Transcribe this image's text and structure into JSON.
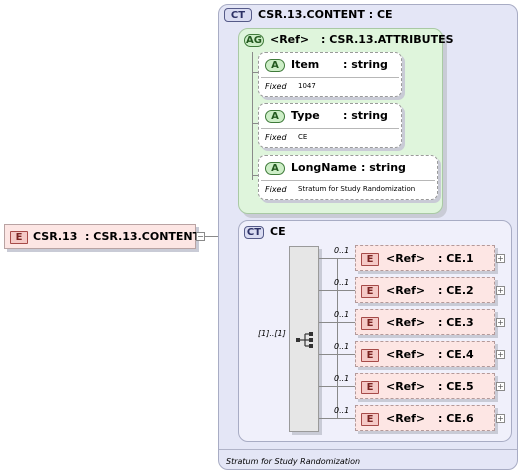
{
  "root": {
    "badge": "E",
    "name": "CSR.13",
    "type": ": CSR.13.CONTENT",
    "collapse": "−"
  },
  "complex_type": {
    "badge": "CT",
    "title": "CSR.13.CONTENT : CE",
    "documentation": "Stratum for Study Randomization"
  },
  "attribute_group": {
    "badge": "AG",
    "ref": "<Ref>",
    "type": ": CSR.13.ATTRIBUTES",
    "attributes": [
      {
        "badge": "A",
        "name": "Item",
        "type": ": string",
        "fixed_label": "Fixed",
        "fixed_value": "1047"
      },
      {
        "badge": "A",
        "name": "Type",
        "type": ": string",
        "fixed_label": "Fixed",
        "fixed_value": "CE"
      },
      {
        "badge": "A",
        "name": "LongName",
        "type": ": string",
        "fixed_label": "Fixed",
        "fixed_value": "Stratum for Study Randomization"
      }
    ]
  },
  "ce_type": {
    "badge": "CT",
    "title": "CE",
    "multiplicity": "[1]..[1]",
    "elements": [
      {
        "occurs": "0..1",
        "badge": "E",
        "ref": "<Ref>",
        "type": ": CE.1",
        "expand": "+"
      },
      {
        "occurs": "0..1",
        "badge": "E",
        "ref": "<Ref>",
        "type": ": CE.2",
        "expand": "+"
      },
      {
        "occurs": "0..1",
        "badge": "E",
        "ref": "<Ref>",
        "type": ": CE.3",
        "expand": "+"
      },
      {
        "occurs": "0..1",
        "badge": "E",
        "ref": "<Ref>",
        "type": ": CE.4",
        "expand": "+"
      },
      {
        "occurs": "0..1",
        "badge": "E",
        "ref": "<Ref>",
        "type": ": CE.5",
        "expand": "+"
      },
      {
        "occurs": "0..1",
        "badge": "E",
        "ref": "<Ref>",
        "type": ": CE.6",
        "expand": "+"
      }
    ]
  }
}
